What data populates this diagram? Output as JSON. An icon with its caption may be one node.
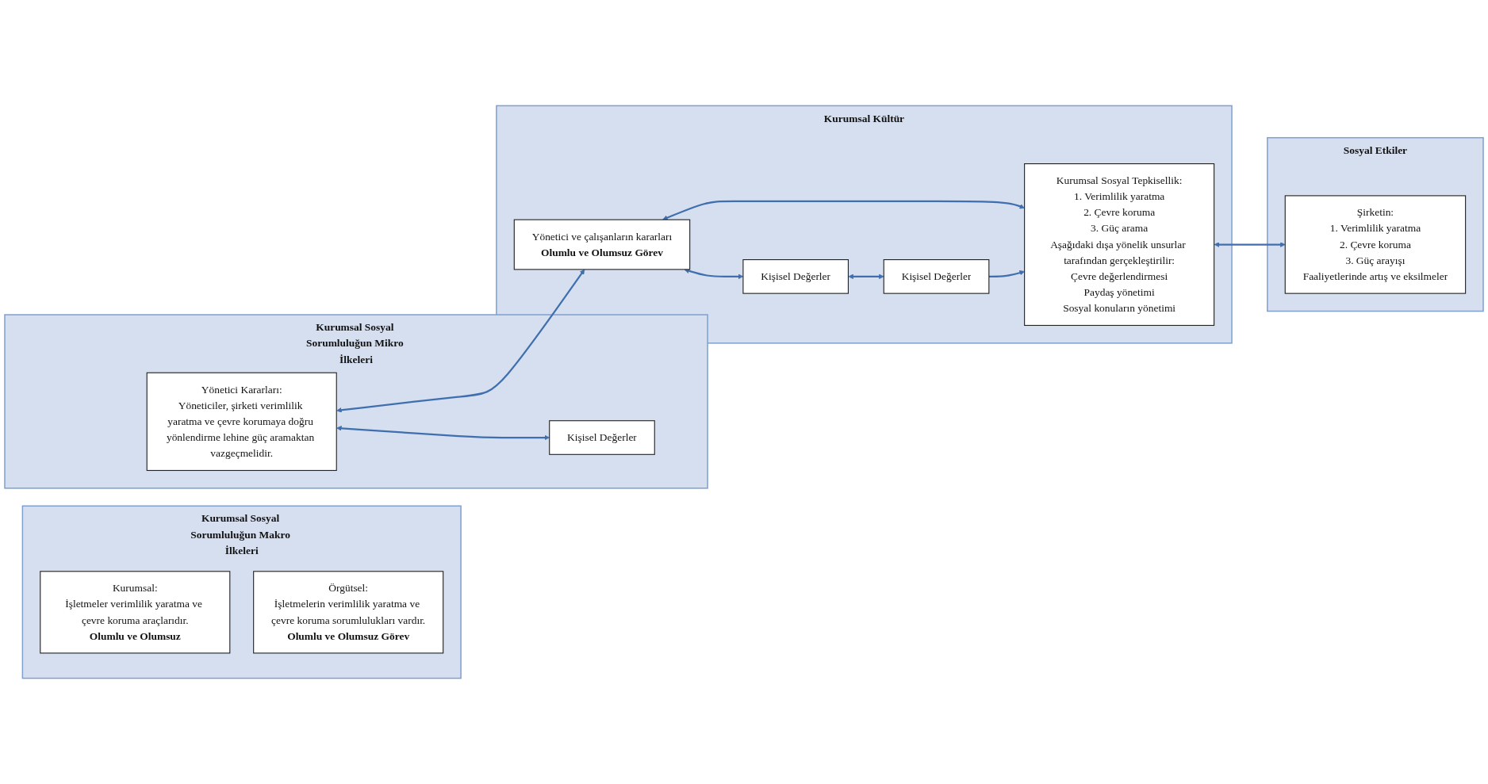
{
  "diagram": {
    "nodes": [
      {
        "text": [
          "Kurumsal Sosyal Sorumluluğun Makro İlkeleri"
        ]
      },
      {
        "text": [
          "Kurumsal:",
          "İşletmeler verimlilik yaratma ve çevre koruma araçlarıdır.",
          "Olumlu ve Olumsuz"
        ],
        "in": 0
      },
      {
        "text": [
          "Örgütsel:",
          "İşletmelerin verimlilik yaratma ve çevre koruma sorumlulukları vardır.",
          "Olumlu ve Olumsuz Görev"
        ],
        "in": 0
      },
      {
        "text": [
          "Kurumsal Sosyal Sorumluluğun Mikro İlkeleri"
        ]
      },
      {
        "text": [
          "Yönetici Kararları:",
          "Yöneticiler, şirketi verimlilik yaratma ve çevre korumaya doğru yönlendirme lehine güç aramaktan vazgeçmelidir."
        ],
        "in": 3
      },
      {
        "text": [
          "Kişisel Değerler"
        ],
        "in": 3
      },
      {
        "text": [
          "Kurumsal Kültür"
        ]
      },
      {
        "text": [
          "Yönetici ve çalışanların kararları",
          "Olumlu ve Olumsuz Görev"
        ],
        "in": 6
      },
      {
        "text": [
          "Kişisel Değerler"
        ],
        "in": 6
      },
      {
        "text": [
          "Kurumsal Sosyal Tepkisellik:",
          "1. Verimlilik yaratma",
          "2. Çevre koruma",
          "3. Güç arama",
          "Aşağıdaki dışa yönelik unsurlar tarafından gerçekleştirilir:",
          "Çevre değerlendirmesi",
          "Paydaş yönetimi",
          "Sosyal konuların yönetimi"
        ],
        "in": 6
      },
      {
        "text": [
          "Kişisel Değerler"
        ],
        "in": 6
      },
      {
        "text": [
          "Sosyal Etkiler"
        ]
      },
      {
        "text": [
          "Şirketin:",
          "1. Verimlilik yaratma",
          "2. Çevre koruma",
          "3. Güç arayışı",
          "Faaliyetlerinde artış ve eksilmeler"
        ],
        "in": 11
      }
    ],
    "edges": [
      {
        "from": 4,
        "to": 7,
        "arrow": "both"
      },
      {
        "from": 4,
        "to": 5,
        "arrow": "both"
      },
      {
        "from": 7,
        "to": 9,
        "arrow": "both"
      },
      {
        "from": 7,
        "to": 8,
        "arrow": "both"
      },
      {
        "from": 9,
        "to": 12,
        "arrow": "both"
      },
      {
        "from": 10,
        "to": 9,
        "arrow": "to"
      },
      {
        "from": 8,
        "to": 10,
        "arrow": "both"
      }
    ]
  }
}
